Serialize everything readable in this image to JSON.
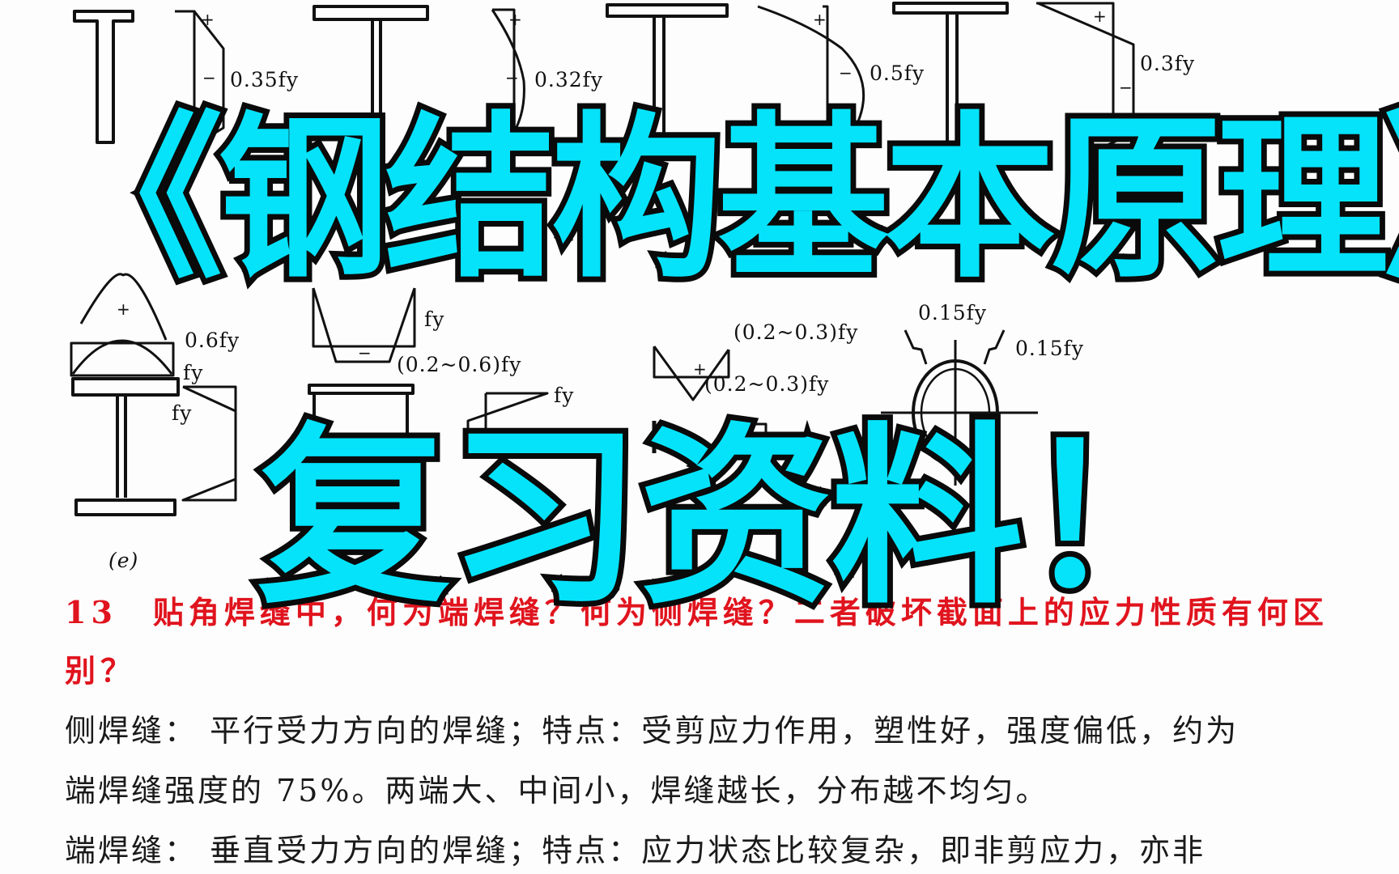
{
  "title": {
    "line1": "《钢结构基本原理》",
    "line2": "复习资料！",
    "fill_color": "#05E3FB",
    "stroke_color": "#0a0a0a"
  },
  "diagram_labels": {
    "top_row": [
      "0.35fy",
      "0.32fy",
      "0.5fy",
      "0.3fy"
    ],
    "left_flange": [
      "fy",
      "0.6fy",
      "fy",
      "fy"
    ],
    "channel": [
      "fy",
      "(0.2~0.6)fy"
    ],
    "box_side": "fy",
    "angle": [
      "(0.2~0.3)fy",
      "(0.2~0.3)fy"
    ],
    "pipe": [
      "0.15fy",
      "0.15fy"
    ],
    "figure_tag": "(e)"
  },
  "document": {
    "question": {
      "number": "13",
      "line1": "贴角焊缝中，何为端焊缝？何为侧焊缝？二者破坏截面上的应力性质有何区",
      "line2": "别？",
      "color": "#E0141E"
    },
    "answer": [
      "侧焊缝：  平行受力方向的焊缝；特点：受剪应力作用，塑性好，强度偏低，约为",
      "端焊缝强度的 75%。两端大、中间小，焊缝越长，分布越不均匀。",
      "端焊缝：   垂直受力方向的焊缝；特点：应力状态比较复杂，即非剪应力，亦非"
    ]
  }
}
